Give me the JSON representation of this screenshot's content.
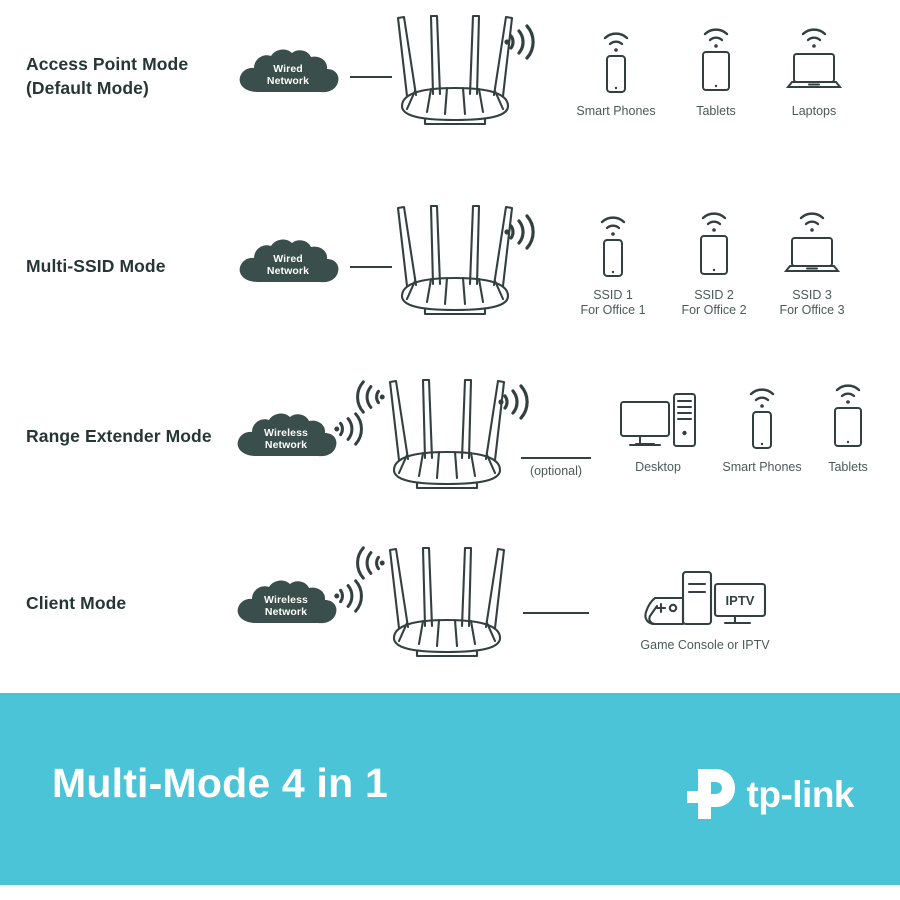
{
  "page": {
    "background": "#ffffff",
    "ink": "#33403f",
    "cloud_color": "#3a4f4b",
    "accent": "#4bc4d7"
  },
  "rows": [
    {
      "id": "access-point",
      "label": "Access Point Mode\n(Default Mode)",
      "cloud": "Wired\nNetwork",
      "cloud_line1": "Wired",
      "cloud_line2": "Network",
      "link_type": "wired",
      "devices": [
        {
          "icon": "smartphone-icon",
          "label": "Smart Phones"
        },
        {
          "icon": "tablet-icon",
          "label": "Tablets"
        },
        {
          "icon": "laptop-icon",
          "label": "Laptops"
        }
      ]
    },
    {
      "id": "multi-ssid",
      "label": "Multi-SSID Mode",
      "cloud": "Wired\nNetwork",
      "cloud_line1": "Wired",
      "cloud_line2": "Network",
      "link_type": "wired",
      "devices": [
        {
          "icon": "smartphone-icon",
          "label": "SSID 1\nFor Office 1"
        },
        {
          "icon": "tablet-icon",
          "label": "SSID 2\nFor Office 2"
        },
        {
          "icon": "laptop-icon",
          "label": "SSID 3\nFor Office 3"
        }
      ]
    },
    {
      "id": "range-extender",
      "label": "Range Extender Mode",
      "cloud": "Wireless\nNetwork",
      "cloud_line1": "Wireless",
      "cloud_line2": "Network",
      "link_type": "wireless",
      "optional_label": "(optional)",
      "devices": [
        {
          "icon": "desktop-icon",
          "label": "Desktop"
        },
        {
          "icon": "smartphone-icon",
          "label": "Smart Phones"
        },
        {
          "icon": "tablet-icon",
          "label": "Tablets"
        }
      ]
    },
    {
      "id": "client",
      "label": "Client Mode",
      "cloud": "Wireless\nNetwork",
      "cloud_line1": "Wireless",
      "cloud_line2": "Network",
      "link_type": "wireless",
      "devices": [
        {
          "icon": "game-console-iptv-icon",
          "label": "Game Console or IPTV",
          "screen_text": "IPTV"
        }
      ]
    }
  ],
  "footer": {
    "title": "Multi-Mode 4 in 1",
    "brand": "tp-link",
    "background": "#4bc4d7",
    "text_color": "#ffffff"
  }
}
